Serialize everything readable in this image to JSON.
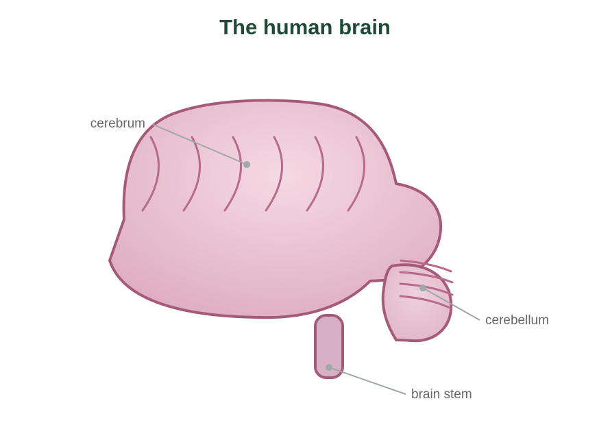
{
  "title": "The human brain",
  "labels": {
    "cerebrum": "cerebrum",
    "cerebellum": "cerebellum",
    "brain_stem": "brain stem"
  },
  "colors": {
    "title": "#1f4a36",
    "outline": "#a65a7a",
    "fill_light": "#f4d6e1",
    "fill_dark": "#dfa9bf",
    "stem_fill": "#d8b0c6",
    "leader": "#a0a8a5",
    "label_text": "#666666"
  }
}
